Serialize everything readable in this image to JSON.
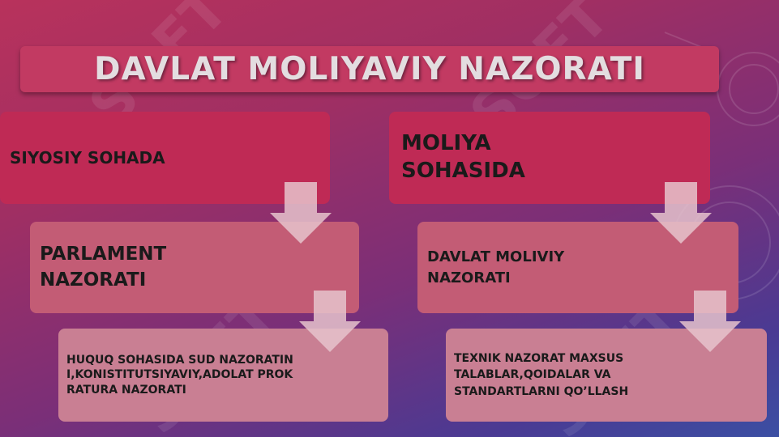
{
  "title": "DAVLAT MOLIYAVIY NAZORATI",
  "left_column": {
    "level1": "SIYOSIY SOHADA",
    "level2": "PARLAMENT NAZORATI",
    "level3": "HUQUQ SOHASIDA SUD NAZORATINI,KONISTITUTSIYAVIY,ADOLAT PROKRATURA NAZORATI"
  },
  "right_column": {
    "level1": "MOLIYA SOHASIDA",
    "level2": "DAVLAT MOLIVIY NAZORATI",
    "level3": "TEXNIK NAZORAT MAXSUS TALABLAR,QOIDALAR VA STANDARTLARNI QO’LLASH"
  },
  "watermark": "SOFT",
  "colors": {
    "level1": "#bf2a55",
    "level2": "#c35c75",
    "level3": "#c97f93",
    "arrow": "#e6c3cd"
  }
}
